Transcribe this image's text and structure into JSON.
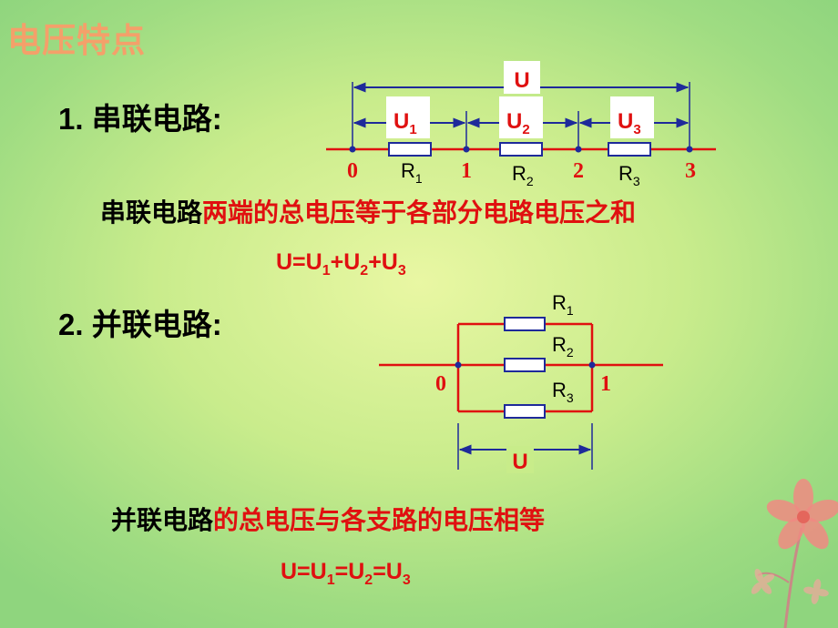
{
  "title": "电压特点",
  "series": {
    "heading": "1. 串联电路:",
    "sentence_black": "串联电路",
    "sentence_red": "两端的总电压等于各部分电路电压之和",
    "formula": {
      "prefix": "U=U",
      "s1": "1",
      "plus1": "+U",
      "s2": "2",
      "plus2": "+U",
      "s3": "3"
    },
    "total_label": "U",
    "segment_labels": [
      {
        "main": "U",
        "sub": "1"
      },
      {
        "main": "U",
        "sub": "2"
      },
      {
        "main": "U",
        "sub": "3"
      }
    ],
    "nodes": [
      "0",
      "1",
      "2",
      "3"
    ],
    "resistors": [
      {
        "main": "R",
        "sub": "1"
      },
      {
        "main": "R",
        "sub": "2"
      },
      {
        "main": "R",
        "sub": "3"
      }
    ]
  },
  "parallel": {
    "heading": "2. 并联电路:",
    "sentence_black": "并联电路",
    "sentence_red": "的总电压与各支路的电压相等",
    "formula": {
      "prefix": "U=U",
      "s1": "1",
      "eq1": "=U",
      "s2": "2",
      "eq2": "=U",
      "s3": "3"
    },
    "total_label": "U",
    "nodes": [
      "0",
      "1"
    ],
    "resistors": [
      {
        "main": "R",
        "sub": "1"
      },
      {
        "main": "R",
        "sub": "2"
      },
      {
        "main": "R",
        "sub": "3"
      }
    ]
  },
  "colors": {
    "wire": "#e01010",
    "arrow": "#1e2a9a",
    "node": "#1e2a9a",
    "title": "#f4a06a",
    "resistor_fill": "#ffffff",
    "resistor_stroke": "#1e2a9a"
  }
}
